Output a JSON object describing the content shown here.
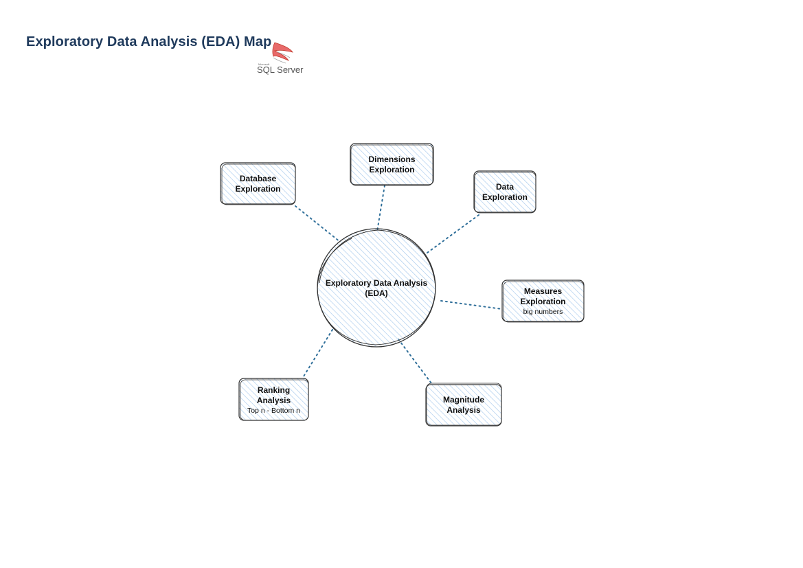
{
  "title": "Exploratory Data Analysis (EDA) Map",
  "logo": {
    "small_text": "Microsoft",
    "text": "SQL Server"
  },
  "colors": {
    "title": "#1f3a5c",
    "stroke": "#333333",
    "fill_hatch": "#a5c8ec",
    "connector": "#2e6e99"
  },
  "center": {
    "line1": "Exploratory Data Analysis",
    "line2": "(EDA)"
  },
  "nodes": {
    "database": {
      "line1": "Database",
      "line2": "Exploration"
    },
    "dimensions": {
      "line1": "Dimensions",
      "line2": "Exploration"
    },
    "data": {
      "line1": "Data",
      "line2": "Exploration"
    },
    "measures": {
      "line1": "Measures",
      "line2": "Exploration",
      "sub": "big numbers"
    },
    "magnitude": {
      "line1": "Magnitude",
      "line2": "Analysis"
    },
    "ranking": {
      "line1": "Ranking",
      "line2": "Analysis",
      "sub": "Top n - Bottom n"
    }
  }
}
